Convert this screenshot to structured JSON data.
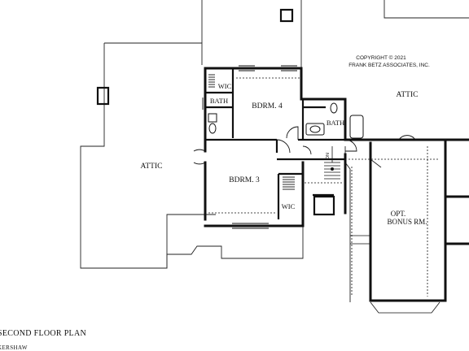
{
  "copyright": {
    "line1": "COPYRIGHT © 2021",
    "line2": "FRANK BETZ ASSOCIATES, INC."
  },
  "rooms": {
    "attic_left": "ATTIC",
    "attic_right": "ATTIC",
    "bedroom_4": "BDRM. 4",
    "bedroom_3": "BDRM. 3",
    "bath_left": "BATH",
    "bath_center": "BATH",
    "wic_upper": "WIC",
    "wic_lower": "WIC",
    "bonus_line1": "OPT.",
    "bonus_line2": "BONUS RM.",
    "stair_dn": "DN"
  },
  "footer": {
    "title": "SECOND FLOOR PLAN",
    "plan_name": "KERSHAW"
  },
  "colors": {
    "ink": "#111111",
    "paper": "#ffffff"
  }
}
